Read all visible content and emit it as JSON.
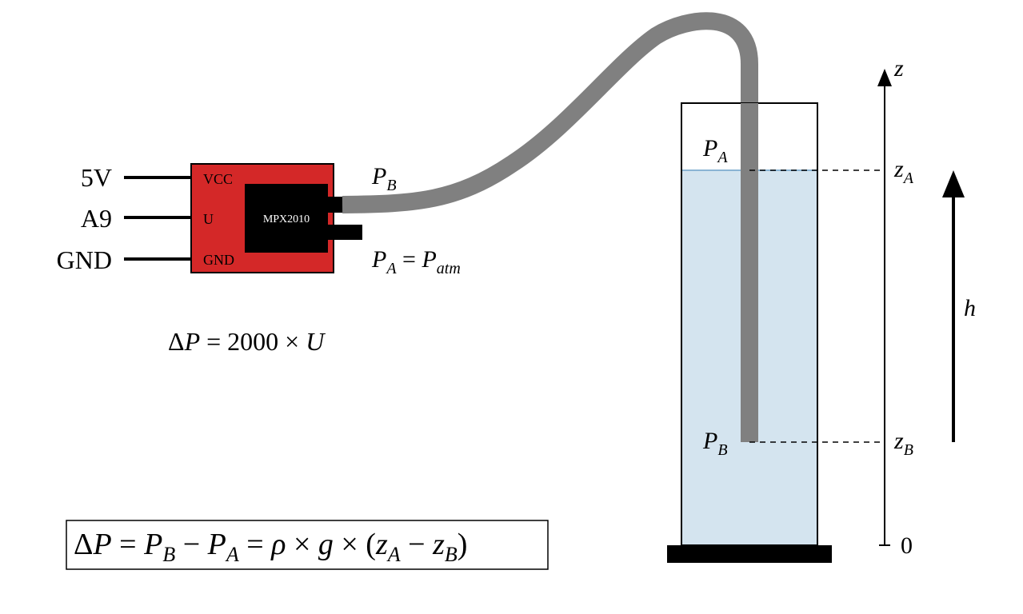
{
  "sensor": {
    "pins": [
      {
        "external": "5V",
        "internal": "VCC"
      },
      {
        "external": "A9",
        "internal": "U"
      },
      {
        "external": "GND",
        "internal": "GND"
      }
    ],
    "chip_name": "MPX2010",
    "colors": {
      "board": "#d42828",
      "chip": "#000000",
      "tube": "#808080",
      "water": "#d4e4ef"
    }
  },
  "labels": {
    "port_b": {
      "base": "P",
      "sub": "B"
    },
    "port_a": {
      "base": "P",
      "sub": "A",
      "eq": " = ",
      "rhs_base": "P",
      "rhs_sub": "atm"
    },
    "conversion": {
      "delta": "Δ",
      "var": "P",
      "rest": " = 2000 × ",
      "u": "U"
    },
    "column_top": {
      "base": "P",
      "sub": "A"
    },
    "column_bottom": {
      "base": "P",
      "sub": "B"
    },
    "axis": {
      "name": "z",
      "zero": "0"
    },
    "z_a": {
      "base": "z",
      "sub": "A"
    },
    "z_b": {
      "base": "z",
      "sub": "B"
    },
    "height": "h"
  },
  "formula": {
    "d": "Δ",
    "p": "P",
    "eq1": " = ",
    "pb": "P",
    "pb_sub": "B",
    "minus1": " − ",
    "pa": "P",
    "pa_sub": "A",
    "eq2": " = ",
    "rho": "ρ",
    "times1": " × ",
    "g": "g",
    "times2": " × (",
    "za": "z",
    "za_sub": "A",
    "minus2": " − ",
    "zb": "z",
    "zb_sub": "B",
    "close": ")"
  }
}
